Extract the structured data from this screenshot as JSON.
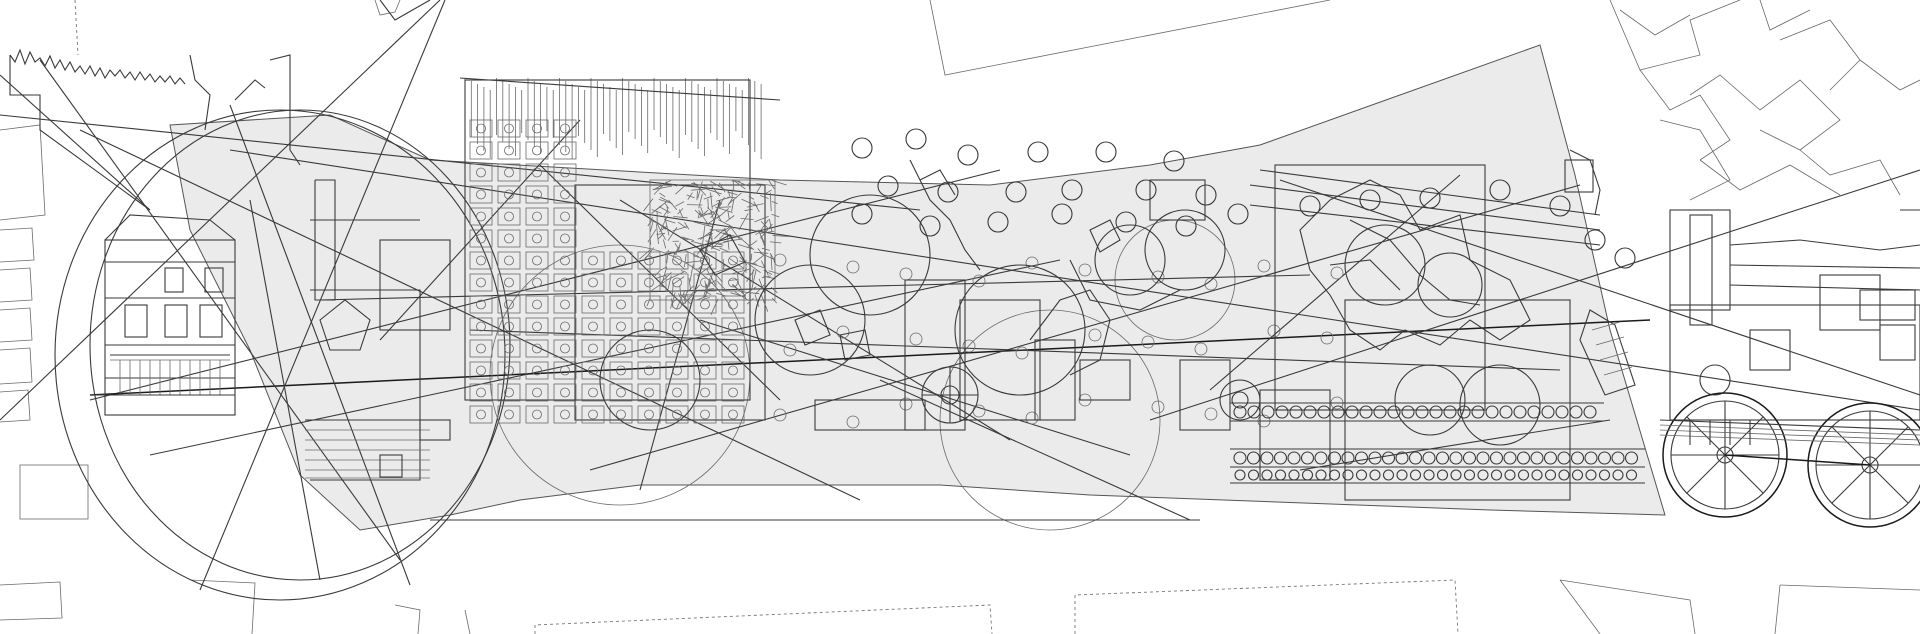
{
  "palette": {
    "background": "#ffffff",
    "region_fill": "#ebebeb",
    "line": "#3a3a3a",
    "light_line": "#6a6a6a"
  },
  "layers": [
    "building-footprints",
    "shaded-site-region",
    "townhouse-elevation",
    "grid-facade",
    "hatched-mass",
    "circle-field",
    "wheel-machinery",
    "cog-chain",
    "steam-locomotive",
    "long-axis-lines"
  ]
}
